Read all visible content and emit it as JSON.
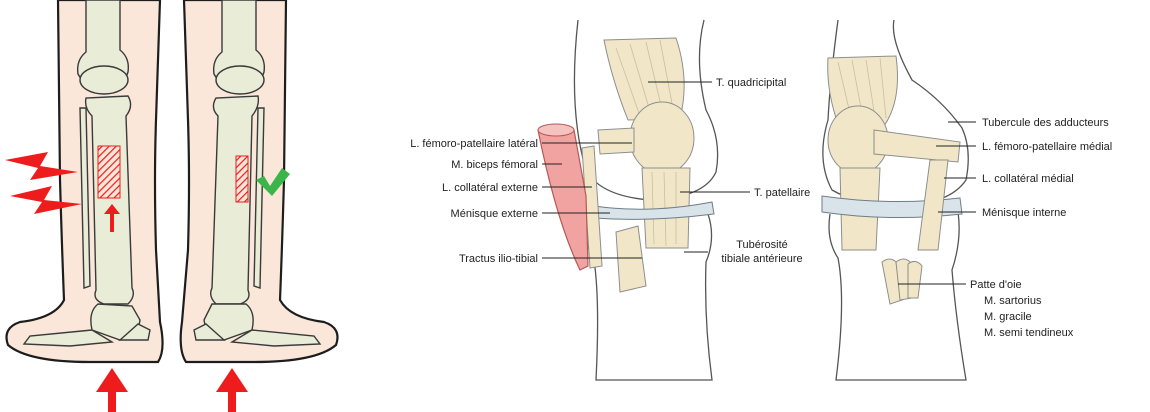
{
  "colors": {
    "skin": "#fbe6da",
    "bone": "#e9ecd6",
    "ligament": "#f1e7c8",
    "meniscus": "#d9e3ea",
    "muscle": "#f0a3a0",
    "arrow": "#ee1c1c",
    "check": "#3bb54a"
  },
  "icons": {
    "pain": "lightning-icon",
    "ok": "check-icon",
    "force": "arrow-up-icon"
  },
  "anterior_view": {
    "labels": {
      "quadriceps_tendon": "T. quadricipital",
      "lateral_patellofemoral": "L. fémoro-patellaire latéral",
      "biceps_femoris": "M. biceps fémoral",
      "lateral_collateral": "L. collatéral externe",
      "patellar_tendon": "T. patellaire",
      "lateral_meniscus": "Ménisque externe",
      "tibial_tuberosity_1": "Tubérosité",
      "tibial_tuberosity_2": "tibiale antérieure",
      "iliotibial_tract": "Tractus ilio-tibial"
    }
  },
  "medial_view": {
    "labels": {
      "adductor_tubercle": "Tubercule des adducteurs",
      "medial_patellofemoral": "L. fémoro-patellaire médial",
      "medial_collateral": "L. collatéral médial",
      "medial_meniscus": "Ménisque interne",
      "pes_anserinus": "Patte d'oie",
      "sartorius": "M. sartorius",
      "gracilis": "M. gracile",
      "semitendinosus": "M. semi tendineux"
    }
  }
}
